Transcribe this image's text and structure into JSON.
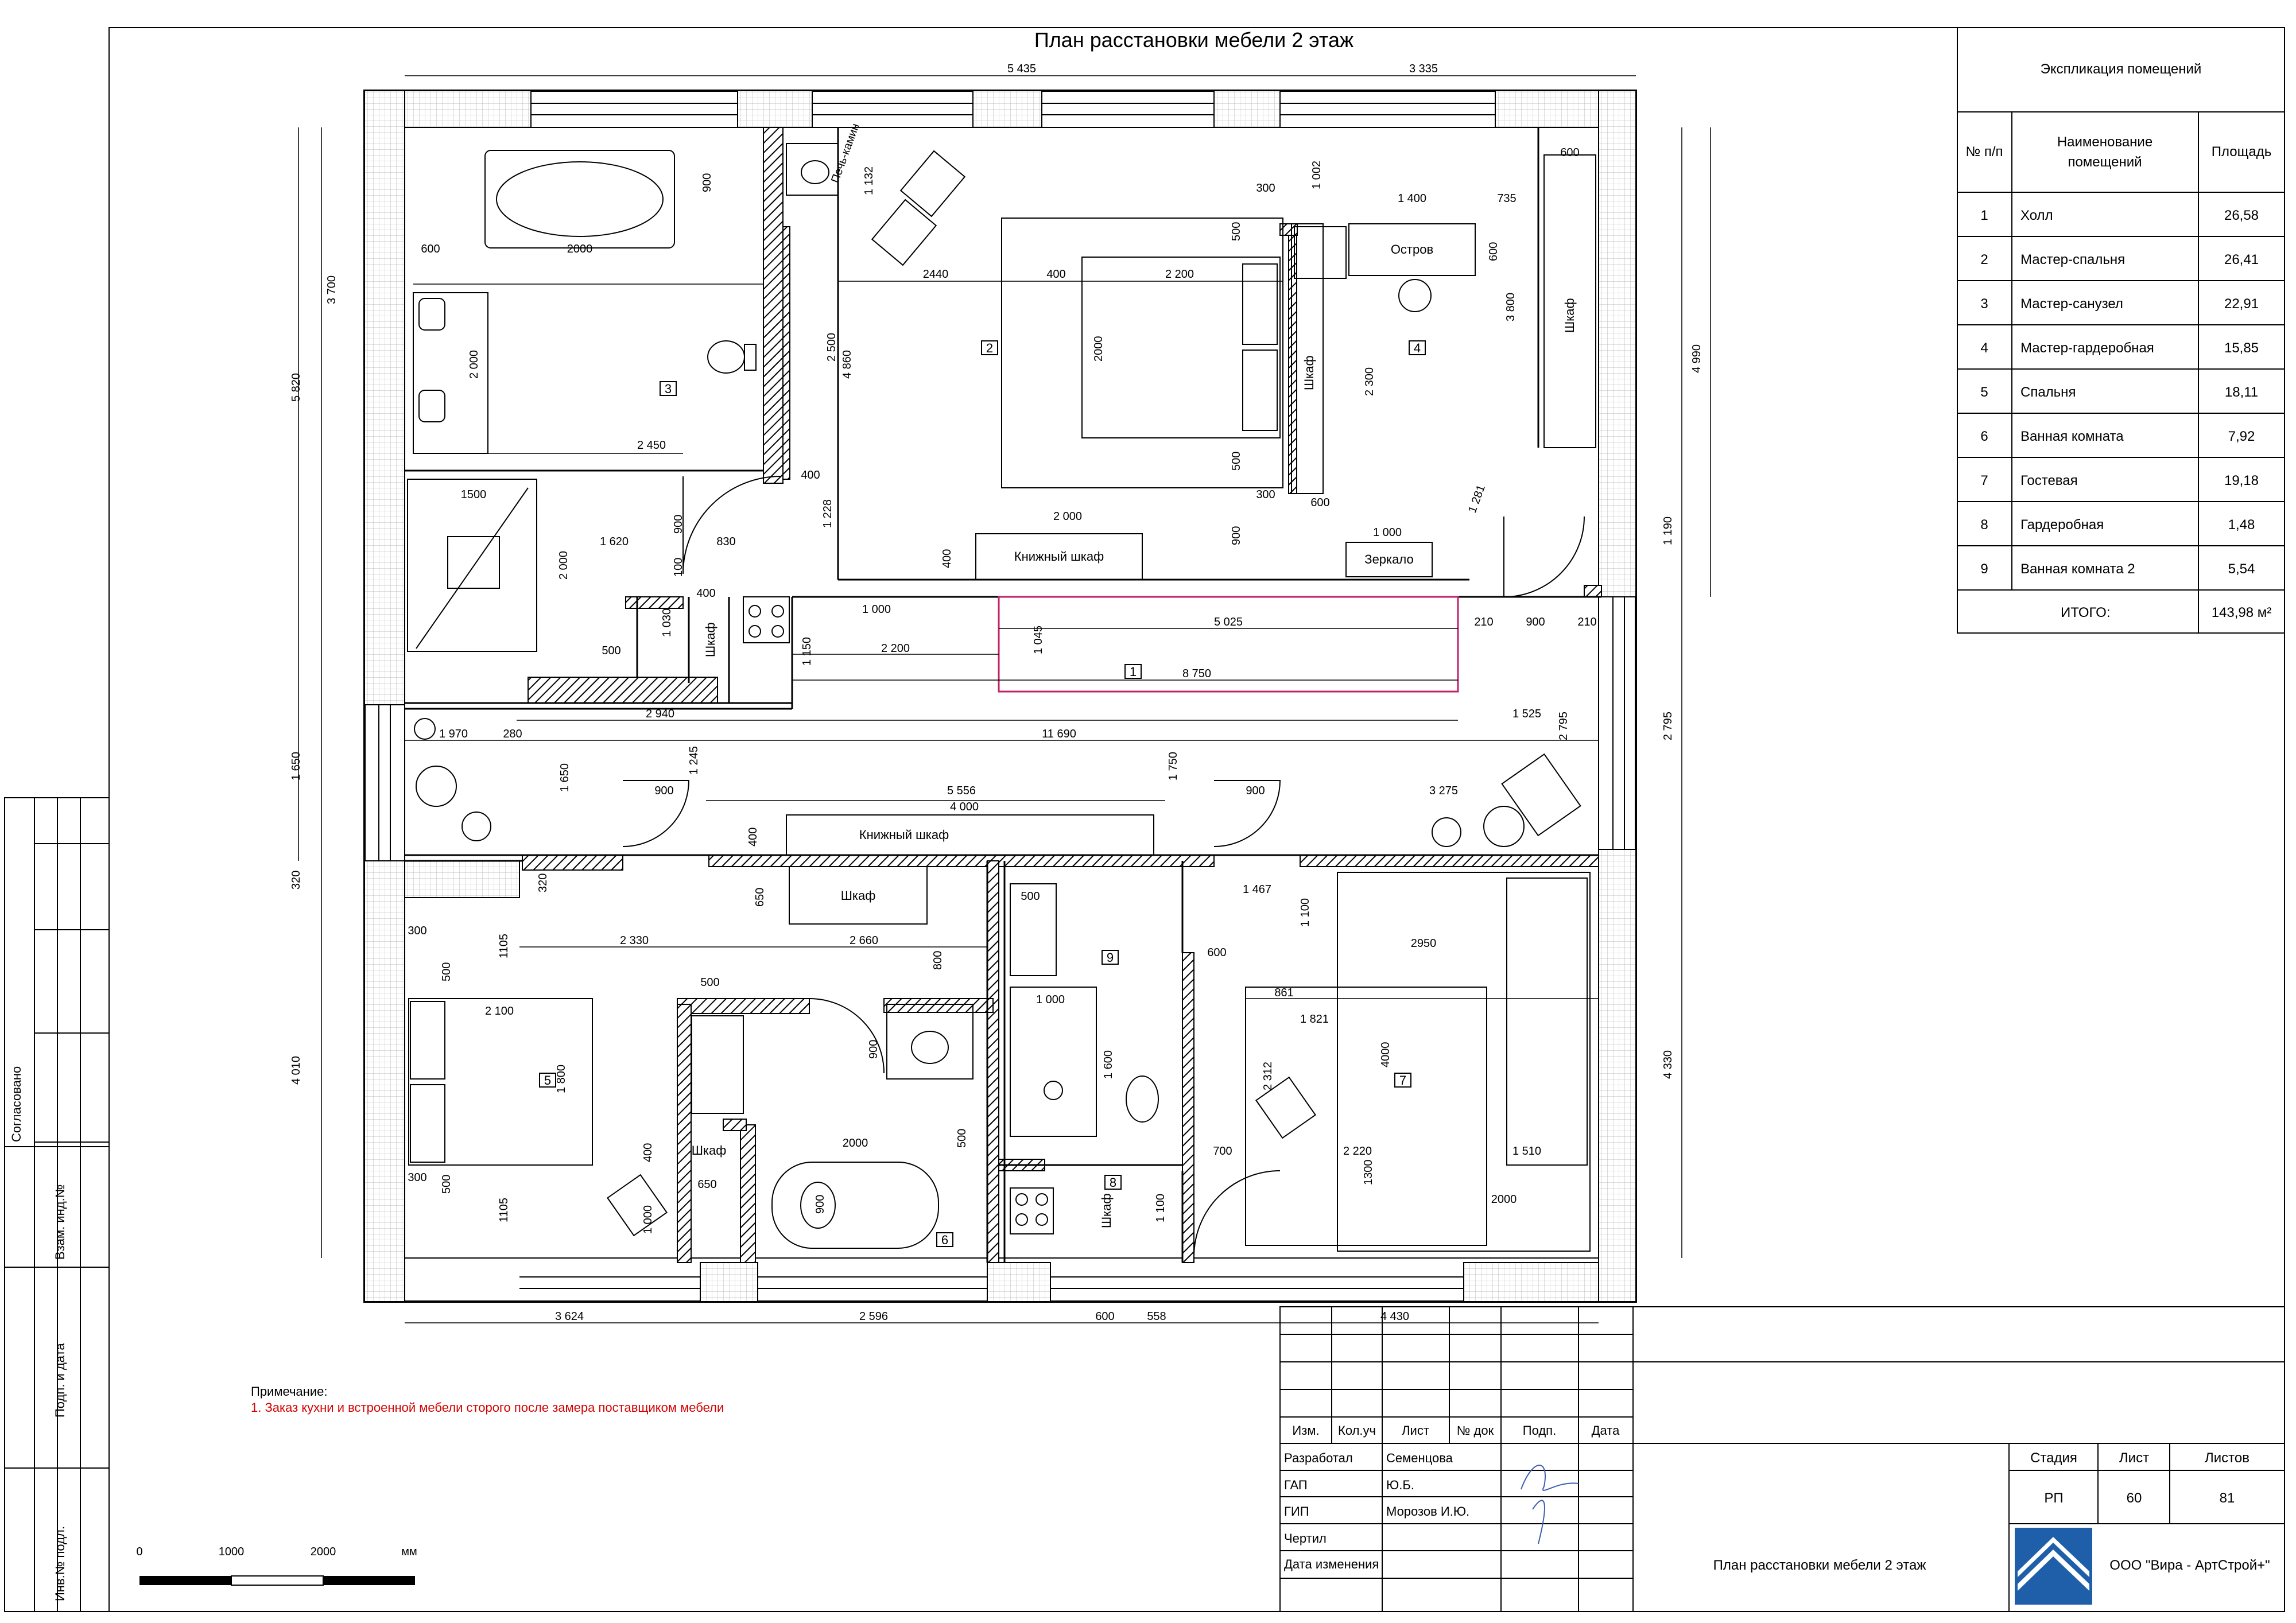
{
  "title": "План расстановки мебели 2 этаж",
  "rooms_legend": {
    "header": "Экспликация помещений",
    "col_num": "№ п/п",
    "col_name_1": "Наименование",
    "col_name_2": "помещений",
    "col_area": "Площадь",
    "rows": [
      {
        "num": "1",
        "name": "Холл",
        "area": "26,58"
      },
      {
        "num": "2",
        "name": "Мастер-спальня",
        "area": "26,41"
      },
      {
        "num": "3",
        "name": "Мастер-санузел",
        "area": "22,91"
      },
      {
        "num": "4",
        "name": "Мастер-гардеробная",
        "area": "15,85"
      },
      {
        "num": "5",
        "name": "Спальня",
        "area": "18,11"
      },
      {
        "num": "6",
        "name": "Ванная комната",
        "area": "7,92"
      },
      {
        "num": "7",
        "name": "Гостевая",
        "area": "19,18"
      },
      {
        "num": "8",
        "name": "Гардеробная",
        "area": "1,48"
      },
      {
        "num": "9",
        "name": "Ванная комната 2",
        "area": "5,54"
      }
    ],
    "total_label": "ИТОГО:",
    "total_value": "143,98 м²"
  },
  "side_stamp": {
    "agreed": "Согласовано",
    "replace_inv": "Взам. инд.№",
    "sign_date": "Подп. и дата",
    "inv_orig": "Инв.№ подл."
  },
  "note": {
    "heading": "Примечание:",
    "text": "1. Заказ кухни и встроенной мебели сторого после замера поставщиком мебели"
  },
  "scale_bar": {
    "t0": "0",
    "t1": "1000",
    "t2": "2000",
    "unit": "мм"
  },
  "title_block": {
    "col_izm": "Изм.",
    "col_koluch": "Кол.уч",
    "col_list": "Лист",
    "col_ndok": "№ док",
    "col_podp": "Подп.",
    "col_data": "Дата",
    "r1_label": "Разработал",
    "r1_value": "Семенцова",
    "r2_label": "ГАП",
    "r2_value": "Ю.Б.",
    "r3_label": "ГИП",
    "r3_value": "Морозов И.Ю.",
    "r4_label": "Чертил",
    "r5_label": "Дата изменения",
    "stage_label": "Стадия",
    "sheet_label": "Лист",
    "sheets_label": "Листов",
    "stage_value": "РП",
    "sheet_value": "60",
    "sheets_value": "81",
    "drawing_name": "План расстановки мебели 2 этаж",
    "company": "ООО \"Вира - АртСтрой+\"",
    "logo_color": "#1f5ea8"
  },
  "plan": {
    "room_numbers": [
      "1",
      "2",
      "3",
      "4",
      "5",
      "6",
      "7",
      "8",
      "9"
    ],
    "labels": {
      "stove": "Печь-камин",
      "island": "Остров",
      "wardrobe": "Шкаф",
      "bookcase": "Книжный шкаф",
      "mirror": "Зеркало"
    },
    "dims_outer": {
      "top_a": "5 435",
      "top_b": "3 335",
      "left_a": "3 700",
      "left_b": "5 820",
      "left_c": "1 650",
      "left_d": "320",
      "left_e": "4 010",
      "right_a": "4 990",
      "right_b": "1 190",
      "right_c": "2 795",
      "right_d": "4 330",
      "bot_a": "3 624",
      "bot_b": "2 596",
      "bot_c": "600",
      "bot_d": "558",
      "bot_e": "4 430"
    },
    "dims_inner": {
      "d1": "900",
      "d2": "2000",
      "d3": "600",
      "d4": "2 000",
      "d5": "2 450",
      "d6": "1500",
      "d7": "1 620",
      "d8": "830",
      "d9": "900",
      "d10": "100",
      "d11": "2 000",
      "d12": "1 030",
      "d13": "500",
      "d14": "400",
      "d15": "1 132",
      "d16": "2440",
      "d17": "400",
      "d18": "2 200",
      "d19": "2000",
      "d20": "2 500",
      "d21": "4 860",
      "d22": "300",
      "d23": "500",
      "d24": "1 002",
      "d25": "1 400",
      "d26": "735",
      "d27": "600",
      "d28": "600",
      "d29": "3 800",
      "d30": "2 300",
      "d31": "500",
      "d32": "300",
      "d33": "600",
      "d34": "1 281",
      "d35": "900",
      "d36": "2 000",
      "d37": "400",
      "d38": "1 228",
      "d39": "400",
      "d40": "1 000",
      "d41": "1 000",
      "d42": "1 150",
      "d43": "2 200",
      "d44": "1 045",
      "d45": "5 025",
      "d46": "8 750",
      "d47": "210",
      "d48": "900",
      "d49": "210",
      "d50": "2 940",
      "d51": "1 525",
      "d52": "2 795",
      "d53": "11 690",
      "d54": "1 970",
      "d55": "280",
      "d56": "1 650",
      "d57": "1 245",
      "d58": "1 750",
      "d59": "900",
      "d60": "5 556",
      "d61": "4 000",
      "d62": "900",
      "d63": "3 275",
      "d64": "400",
      "d65": "320",
      "d66": "650",
      "d67": "2 330",
      "d68": "2 660",
      "d69": "300",
      "d70": "500",
      "d71": "1105",
      "d72": "2 100",
      "d73": "1 800",
      "d74": "300",
      "d75": "500",
      "d76": "1105",
      "d77": "500",
      "d78": "800",
      "d79": "900",
      "d80": "2000",
      "d81": "900",
      "d82": "500",
      "d83": "650",
      "d84": "1 000",
      "d85": "400",
      "d86": "500",
      "d87": "1 467",
      "d88": "1 100",
      "d89": "2950",
      "d90": "600",
      "d91": "861",
      "d92": "1 821",
      "d93": "4000",
      "d94": "1 000",
      "d95": "1 600",
      "d96": "2 312",
      "d97": "700",
      "d98": "2 220",
      "d99": "1 510",
      "d100": "1300",
      "d101": "2000",
      "d102": "1 100"
    }
  },
  "colors": {
    "line": "#000000",
    "note": "#d60000",
    "hall_outline": "#c0226a"
  }
}
